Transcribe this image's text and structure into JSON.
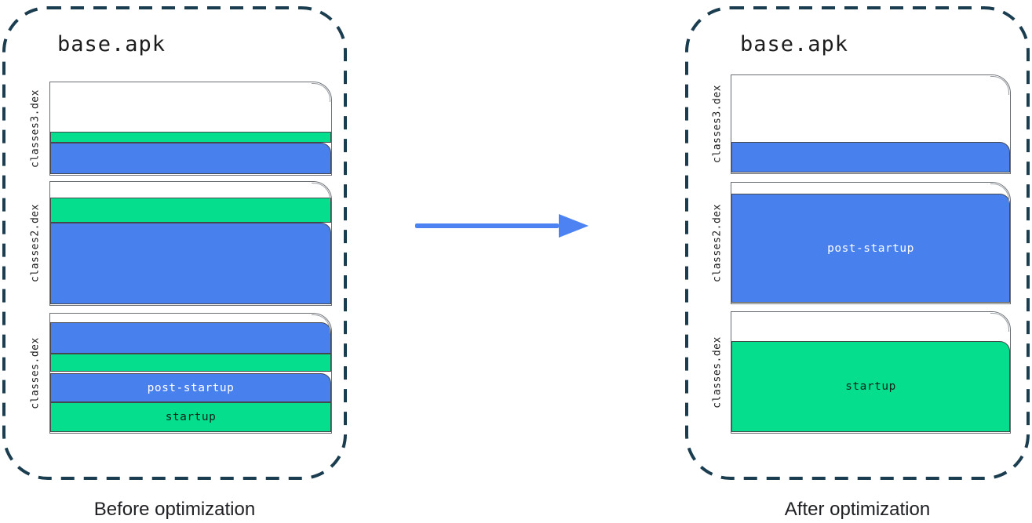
{
  "diagram": {
    "before": {
      "title": "base.apk",
      "caption": "Before optimization",
      "files": [
        {
          "name": "classes3.dex",
          "segments": [
            {
              "kind": "empty",
              "h": 63
            },
            {
              "kind": "startup",
              "h": 14
            },
            {
              "kind": "post-startup",
              "h": 40,
              "round": true
            }
          ]
        },
        {
          "name": "classes2.dex",
          "segments": [
            {
              "kind": "empty",
              "h": 20
            },
            {
              "kind": "startup",
              "h": 32
            },
            {
              "kind": "post-startup",
              "h": 104,
              "round": true
            }
          ]
        },
        {
          "name": "classes.dex",
          "segments": [
            {
              "kind": "empty",
              "h": 11
            },
            {
              "kind": "post-startup",
              "h": 40,
              "round": true
            },
            {
              "kind": "startup",
              "h": 23
            },
            {
              "kind": "empty",
              "h": 2
            },
            {
              "kind": "post-startup",
              "h": 37,
              "round": true,
              "label": "post-startup"
            },
            {
              "kind": "startup",
              "h": 38,
              "label": "startup"
            }
          ]
        }
      ]
    },
    "after": {
      "title": "base.apk",
      "caption": "After optimization",
      "files": [
        {
          "name": "classes3.dex",
          "segments": [
            {
              "kind": "empty",
              "h": 85
            },
            {
              "kind": "post-startup",
              "h": 39,
              "round": true
            }
          ]
        },
        {
          "name": "classes2.dex",
          "segments": [
            {
              "kind": "empty",
              "h": 14
            },
            {
              "kind": "post-startup",
              "h": 139,
              "round": true,
              "label": "post-startup"
            }
          ]
        },
        {
          "name": "classes.dex",
          "segments": [
            {
              "kind": "empty",
              "h": 37
            },
            {
              "kind": "startup",
              "h": 116,
              "round": true,
              "label": "startup"
            }
          ]
        }
      ]
    }
  },
  "colors": {
    "startup_green": "#05de8c",
    "post_startup_blue": "#4880ee",
    "arrow_blue": "#4d82f2",
    "container_dash": "#1b3d50",
    "page_border": "#696d71",
    "text_dark": "#1d1d1d"
  }
}
